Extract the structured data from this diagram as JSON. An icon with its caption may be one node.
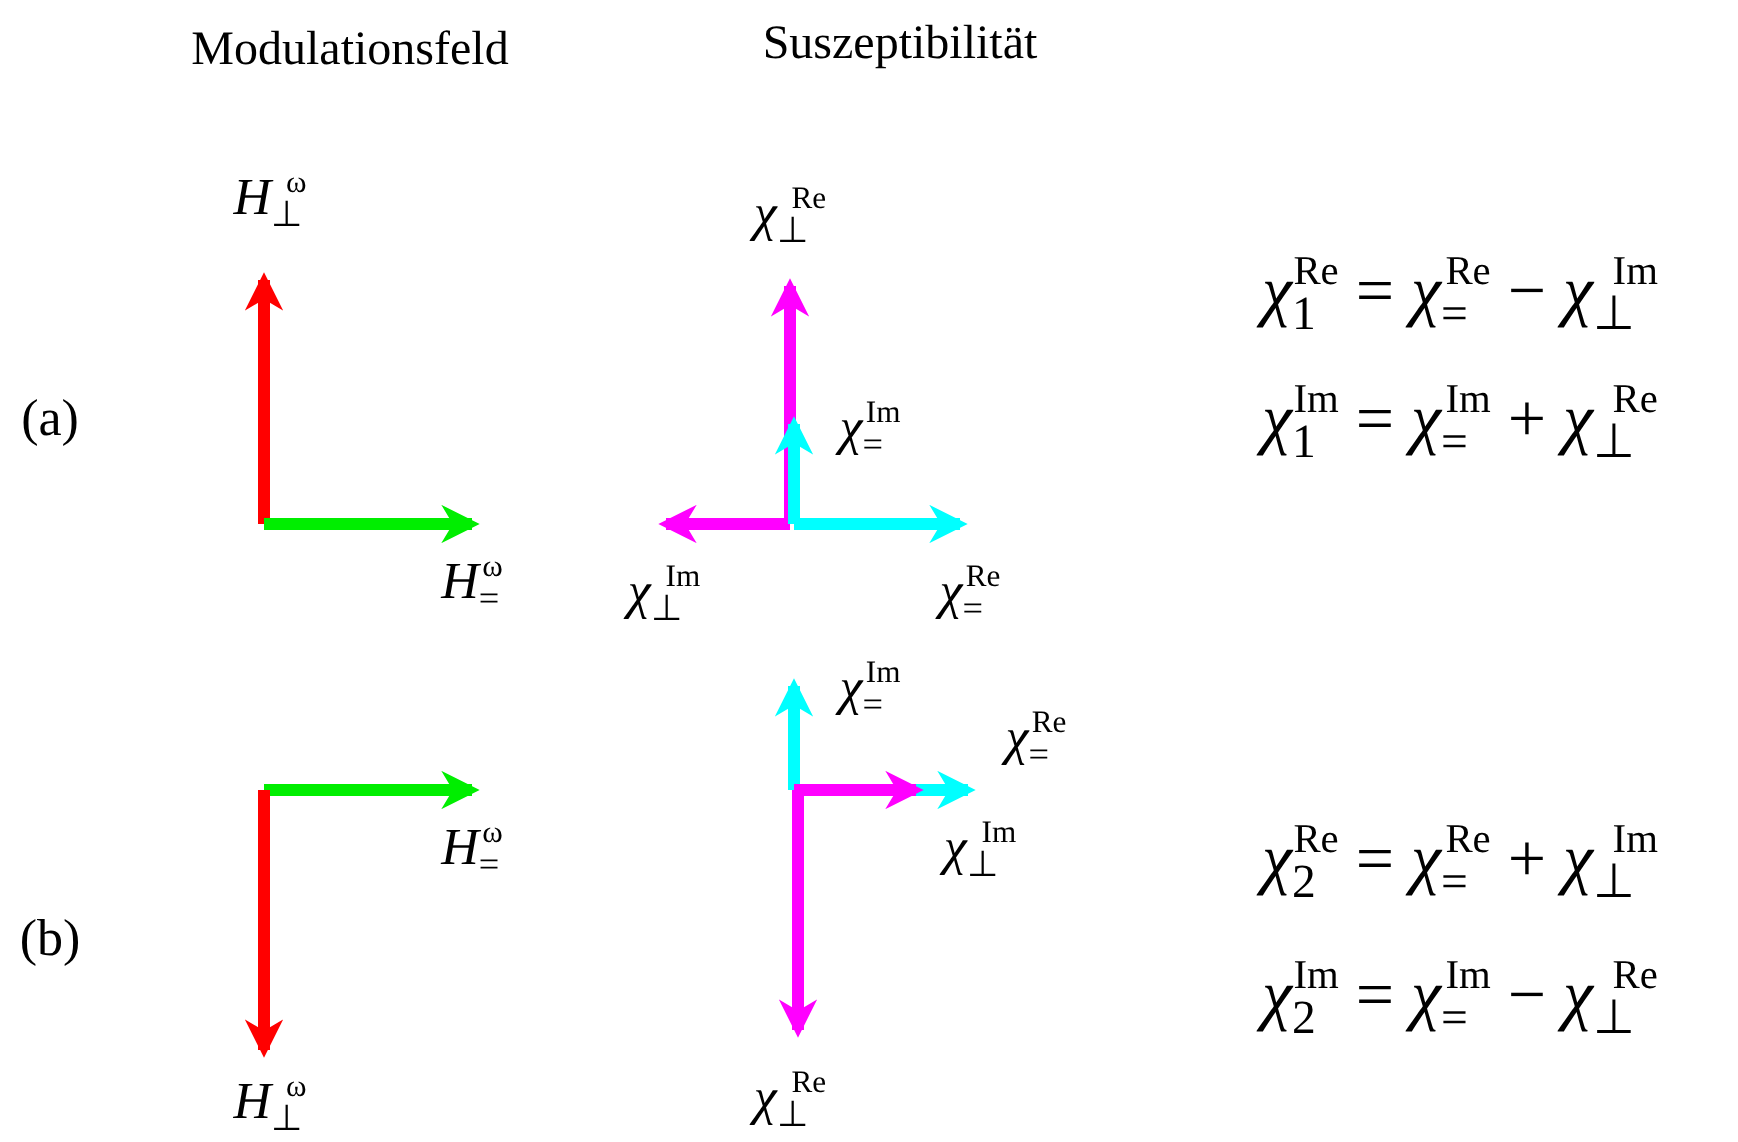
{
  "diagram": {
    "labels": [
      "Modulationsfeld",
      "Suszeptibilität",
      "*H*$_{⊥}$$^{ω}$",
      "*χ*$_{⊥}$$^{Re}$",
      "*χ*$_{1}$$^{Re}$ = *χ*$_{=}$$^{Re}$ − *χ*$_{⊥}$$^{Im}$",
      "(a)",
      "*χ*$_{=}$$^{Im}$",
      "*χ*$_{1}$$^{Im}$ = *χ*$_{=}$$^{Im}$ + *χ*$_{⊥}$$^{Re}$",
      "*H*$_{=}$$^{ω}$",
      "*χ*$_{⊥}$$^{Im}$",
      "*χ*$_{=}$$^{Re}$",
      "*χ*$_{=}$$^{Im}$",
      "*χ*$_{=}$$^{Re}$",
      "*H*$_{=}$$^{ω}$",
      "*χ*$_{⊥}$$^{Im}$",
      "*χ*$_{2}$$^{Re}$ = *χ*$_{=}$$^{Re}$ + *χ*$_{⊥}$$^{Im}$",
      "(b)",
      "*χ*$_{2}$$^{Im}$ = *χ*$_{=}$$^{Im}$ − *χ*$_{⊥}$$^{Re}$",
      "*H*$_{⊥}$$^{ω}$",
      "*χ*$_{⊥}$$^{Re}$"
    ]
  }
}
